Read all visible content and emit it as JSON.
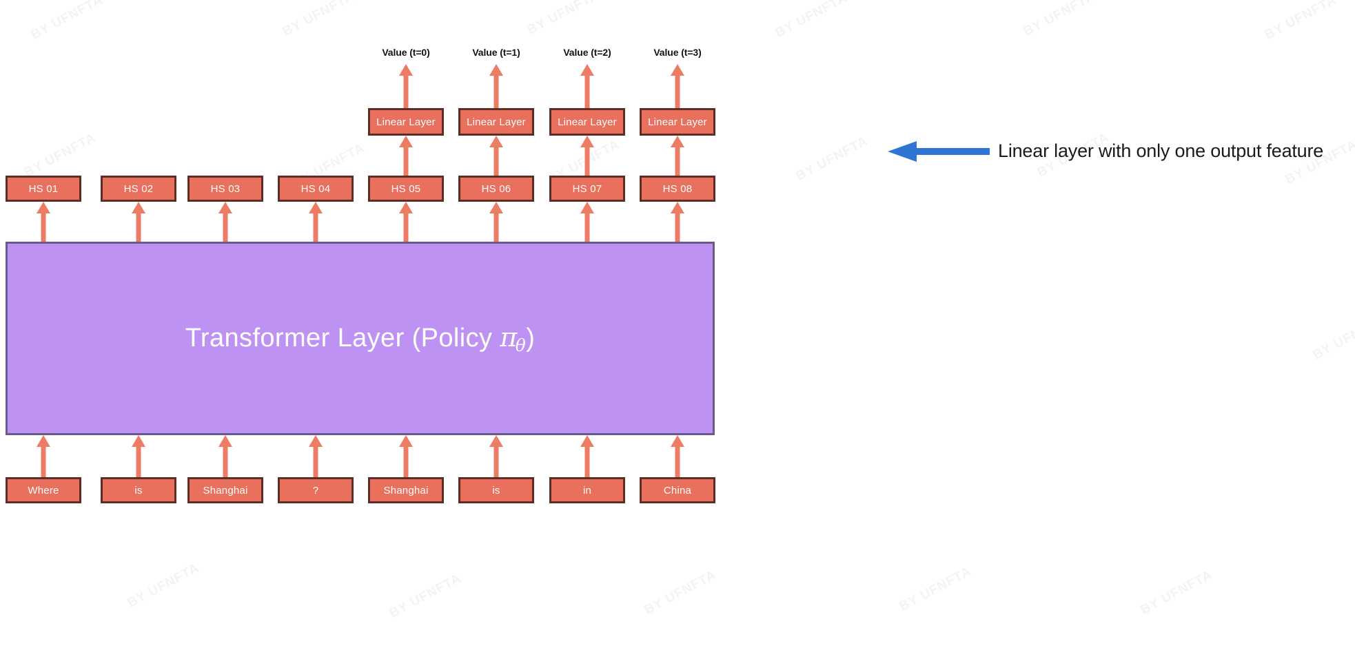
{
  "diagram": {
    "title": "Transformer policy with per-token value head",
    "transformer": {
      "label_prefix": "Transformer Layer (Policy ",
      "label_symbol": "π",
      "label_subscript": "θ",
      "label_suffix": ")",
      "fill_color": "#BD92F2",
      "border_color": "#6A5A8B"
    },
    "node_colors": {
      "fill": "#E8705C",
      "border": "#5B2F26",
      "text": "#FFFFFF",
      "arrow": "#EE7B63"
    },
    "tokens": [
      {
        "label": "Where"
      },
      {
        "label": "is"
      },
      {
        "label": "Shanghai"
      },
      {
        "label": "?"
      },
      {
        "label": "Shanghai"
      },
      {
        "label": "is"
      },
      {
        "label": "in"
      },
      {
        "label": "China"
      }
    ],
    "hidden_states": [
      {
        "label": "HS 01"
      },
      {
        "label": "HS 02"
      },
      {
        "label": "HS 03"
      },
      {
        "label": "HS 04"
      },
      {
        "label": "HS 05"
      },
      {
        "label": "HS 06"
      },
      {
        "label": "HS 07"
      },
      {
        "label": "HS 08"
      }
    ],
    "linear_layers": [
      {
        "label": "Linear Layer",
        "column": 5
      },
      {
        "label": "Linear Layer",
        "column": 6
      },
      {
        "label": "Linear Layer",
        "column": 7
      },
      {
        "label": "Linear Layer",
        "column": 8
      }
    ],
    "value_labels": [
      {
        "label": "Value (t=0)"
      },
      {
        "label": "Value (t=1)"
      },
      {
        "label": "Value (t=2)"
      },
      {
        "label": "Value (t=3)"
      }
    ],
    "annotation": {
      "text": "Linear layer with only one output feature",
      "arrow_color": "#2E75D4",
      "arrow_direction": "left"
    },
    "watermarks": [
      "BY UFNFTA",
      "BY UFNFTA",
      "BY UFNFTA",
      "BY UFNFTA",
      "BY UFNFTA",
      "BY UFNFTA",
      "BY UFNFTA",
      "BY UFNFTA",
      "BY UFNFTA",
      "BY UFNFTA",
      "BY UFNFTA",
      "BY UFNFTA",
      "BY UFNFTA",
      "BY UFNFTA",
      "BY UFNFTA",
      "BY UFNFTA",
      "BY UFNFTA",
      "BY UFNFTA"
    ]
  }
}
